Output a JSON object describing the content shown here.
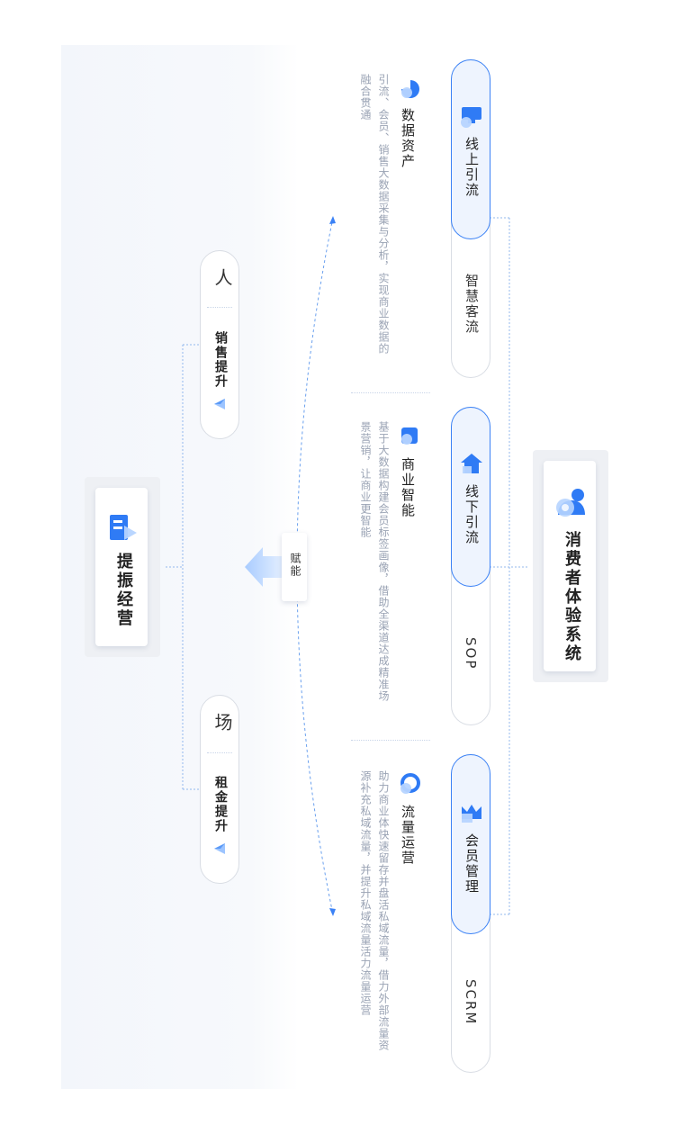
{
  "consumer_system": {
    "title": "消费者体验系统"
  },
  "core": {
    "title": "提振经营"
  },
  "empower": {
    "label": "赋能"
  },
  "outcomes": [
    {
      "glyph": "人",
      "label": "销售提升"
    },
    {
      "glyph": "场",
      "label": "租金提升"
    }
  ],
  "sections": [
    {
      "title": "数据资产",
      "description": "引流、会员、销售大数据采集与分析，实现商业数据的融合贯通",
      "primary": "线上引流",
      "secondary": "智慧客流"
    },
    {
      "title": "商业智能",
      "description": "基于大数据构建会员标签画像，借助全渠道达成精准场景营销，让商业更智能",
      "primary": "线下引流",
      "secondary": "SOP"
    },
    {
      "title": "流量运营",
      "description": "助力商业体快速留存并盘活私域流量，借力外部流量资源补充私域流量，并提升私域流量活力流量运营",
      "primary": "会员管理",
      "secondary": "SCRM"
    }
  ],
  "colors": {
    "accent": "#2f7bf5",
    "accent_light": "#b6d4ff",
    "text": "#222222",
    "muted": "#9aa3b4"
  }
}
